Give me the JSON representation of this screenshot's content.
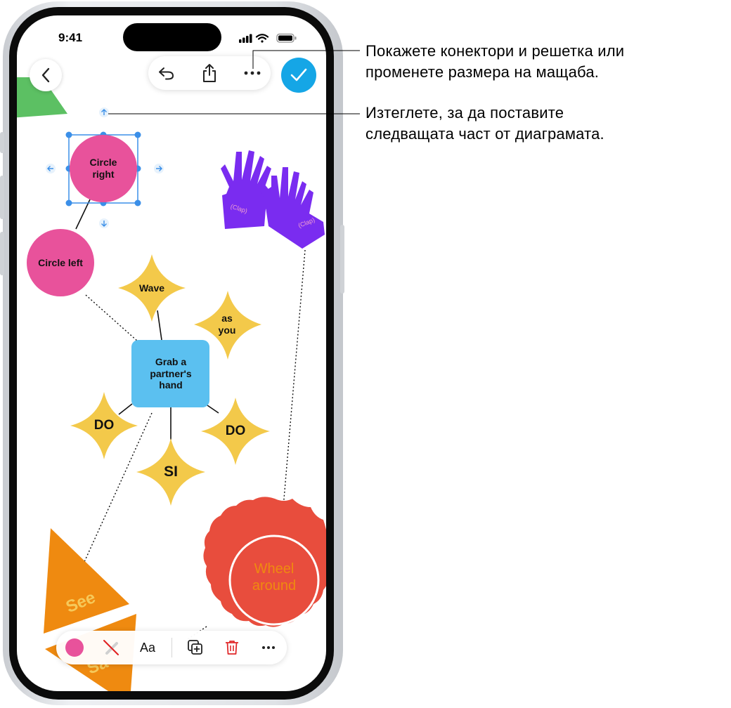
{
  "status_bar": {
    "time": "9:41"
  },
  "nodes": {
    "circle_right": "Circle right",
    "circle_left": "Circle left",
    "wave": "Wave",
    "as_you": "as you",
    "grab": "Grab a partner's hand",
    "do_left": "DO",
    "do_right": "DO",
    "si": "SI",
    "wheel": "Wheel around",
    "see": "See",
    "see_bottom": "Sa",
    "clap_left": "(Clap)",
    "clap_right": "(Clap)"
  },
  "toolbar": {
    "back_icon": "chevron-left-icon",
    "undo_icon": "undo-icon",
    "share_icon": "share-icon",
    "more_icon": "ellipsis-icon",
    "done_icon": "checkmark-icon"
  },
  "format_bar": {
    "fill_color": "#e8529b",
    "text_label": "Aa",
    "duplicate_icon": "duplicate-icon",
    "delete_icon": "trash-icon",
    "more_icon": "ellipsis-icon"
  },
  "callouts": {
    "top_line1": "Покажете конектори и решетка или",
    "top_line2": "променете размера на мащаба.",
    "mid_line1": "Изтеглете, за да поставите",
    "mid_line2": "следващата част от диаграмата."
  },
  "colors": {
    "pink": "#e8529b",
    "yellow": "#f3c94a",
    "blue": "#5bc0f0",
    "purple": "#7a2cf0",
    "orange": "#ef8a10",
    "red": "#e84d3d",
    "green": "#5cc063",
    "selection": "#3b8fe8",
    "accent": "#15a6e6"
  }
}
